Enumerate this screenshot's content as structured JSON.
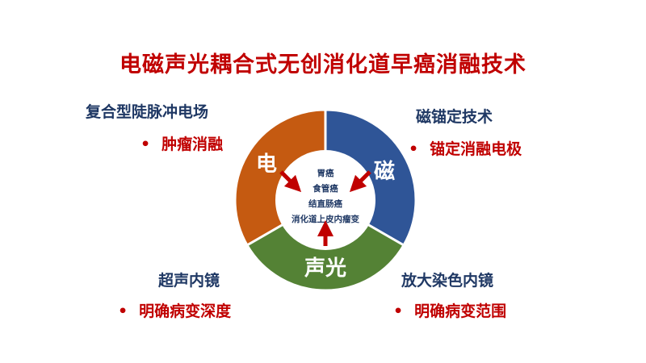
{
  "title": "电磁声光耦合式无创消化道早癌消融技术",
  "left_top": {
    "heading": "复合型陡脉冲电场",
    "bullet": "肿瘤消融"
  },
  "right_top": {
    "heading": "磁锚定技术",
    "bullet": "锚定消融电极"
  },
  "left_bottom": {
    "heading": "超声内镜",
    "bullet": "明确病变深度"
  },
  "right_bottom": {
    "heading": "放大染色内镜",
    "bullet": "明确病变范围"
  },
  "bullet_glyph": "•",
  "ring": {
    "segments": [
      {
        "label": "电",
        "color": "#c55a11"
      },
      {
        "label": "磁",
        "color": "#2f5597"
      },
      {
        "label": "声光",
        "color": "#548235"
      }
    ],
    "center_lines": [
      "胃癌",
      "食管癌",
      "结直肠癌",
      "消化道上皮内瘤变"
    ],
    "arrow_color": "#c00000"
  }
}
